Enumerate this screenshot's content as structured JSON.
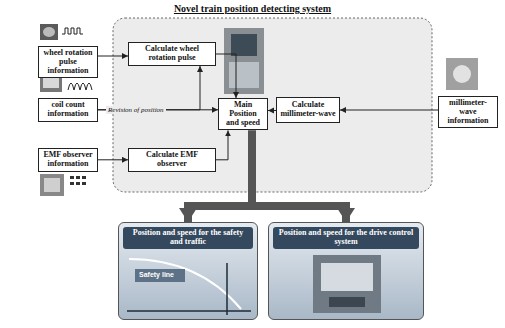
{
  "diagram": {
    "title": "Novel train position detecting system",
    "nodes": [
      {
        "text": [
          "wheel rotation pulse information"
        ]
      },
      {
        "text": [
          "coil count information"
        ]
      },
      {
        "text": [
          "EMF observer information"
        ]
      },
      {
        "text": [
          "Calculate wheel rotation pulse"
        ]
      },
      {
        "text": [
          "Calculate EMF observer"
        ]
      },
      {
        "text": [
          "Main Position and speed"
        ]
      },
      {
        "text": [
          "Calculate millimeter-wave"
        ]
      },
      {
        "text": [
          "millimeter-wave information"
        ]
      },
      {
        "text": [
          "Position and speed for the safety and traffic"
        ]
      },
      {
        "text": [
          "Position and speed for the drive control system"
        ]
      }
    ],
    "edges": [
      {
        "from": 0,
        "to": 3,
        "arrow": "to"
      },
      {
        "from": 1,
        "to": 5,
        "label": "Revision of position",
        "arrow": "to"
      },
      {
        "from": 1,
        "to": 3,
        "arrow": "to"
      },
      {
        "from": 2,
        "to": 4,
        "arrow": "to"
      },
      {
        "from": 3,
        "to": 5,
        "arrow": "to"
      },
      {
        "from": 4,
        "to": 5,
        "arrow": "to"
      },
      {
        "from": 7,
        "to": 6,
        "arrow": "to"
      },
      {
        "from": 6,
        "to": 5,
        "arrow": "to"
      },
      {
        "from": 5,
        "to": 8,
        "arrow": "to"
      },
      {
        "from": 5,
        "to": 9,
        "arrow": "to"
      }
    ],
    "labels": [
      "Safety line"
    ]
  }
}
